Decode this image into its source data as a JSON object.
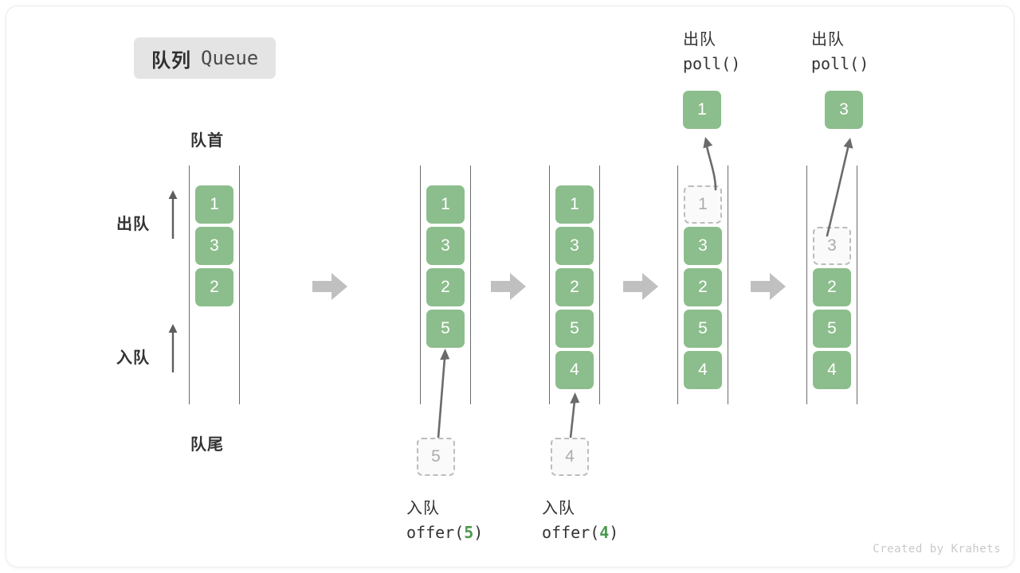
{
  "diagram": {
    "title_cn": "队列",
    "title_en": "Queue",
    "head_label": "队首",
    "tail_label": "队尾",
    "dequeue_label": "出队",
    "enqueue_label": "入队",
    "watermark": "Created by Krahets",
    "colors": {
      "element": "#8cbd8c",
      "element_text": "#ffffff",
      "ghost_fill": "#fafafa",
      "ghost_border": "#bcbcbc",
      "ghost_text": "#acacac",
      "rail": "#6b6b6b",
      "flow_arrow": "#c0c0c0",
      "accent_number": "#4a9a52",
      "text": "#333333",
      "badge_bg": "#e4e4e4"
    },
    "capacity": 6,
    "stages": [
      {
        "id": "initial",
        "cells": [
          {
            "value": "1",
            "state": "filled"
          },
          {
            "value": "3",
            "state": "filled"
          },
          {
            "value": "2",
            "state": "filled"
          }
        ],
        "side_labels": [
          {
            "text": "出队",
            "position": "top"
          },
          {
            "text": "入队",
            "position": "bottom"
          }
        ],
        "head_label": "队首",
        "tail_label": "队尾"
      },
      {
        "id": "offer-5",
        "cells": [
          {
            "value": "1",
            "state": "filled"
          },
          {
            "value": "3",
            "state": "filled"
          },
          {
            "value": "2",
            "state": "filled"
          },
          {
            "value": "5",
            "state": "filled"
          }
        ],
        "incoming": {
          "value": "5",
          "state": "ghost"
        },
        "op_cn": "入队",
        "op_code_prefix": "offer(",
        "op_code_arg": "5",
        "op_code_suffix": ")"
      },
      {
        "id": "offer-4",
        "cells": [
          {
            "value": "1",
            "state": "filled"
          },
          {
            "value": "3",
            "state": "filled"
          },
          {
            "value": "2",
            "state": "filled"
          },
          {
            "value": "5",
            "state": "filled"
          },
          {
            "value": "4",
            "state": "filled"
          }
        ],
        "incoming": {
          "value": "4",
          "state": "ghost"
        },
        "op_cn": "入队",
        "op_code_prefix": "offer(",
        "op_code_arg": "4",
        "op_code_suffix": ")"
      },
      {
        "id": "poll-1",
        "cells": [
          {
            "value": "1",
            "state": "ghost"
          },
          {
            "value": "3",
            "state": "filled"
          },
          {
            "value": "2",
            "state": "filled"
          },
          {
            "value": "5",
            "state": "filled"
          },
          {
            "value": "4",
            "state": "filled"
          }
        ],
        "outgoing": {
          "value": "1",
          "state": "filled"
        },
        "op_cn": "出队",
        "op_code": "poll()"
      },
      {
        "id": "poll-3",
        "cells": [
          {
            "value": "",
            "state": "empty"
          },
          {
            "value": "3",
            "state": "ghost"
          },
          {
            "value": "2",
            "state": "filled"
          },
          {
            "value": "5",
            "state": "filled"
          },
          {
            "value": "4",
            "state": "filled"
          }
        ],
        "outgoing": {
          "value": "3",
          "state": "filled"
        },
        "op_cn": "出队",
        "op_code": "poll()"
      }
    ]
  }
}
